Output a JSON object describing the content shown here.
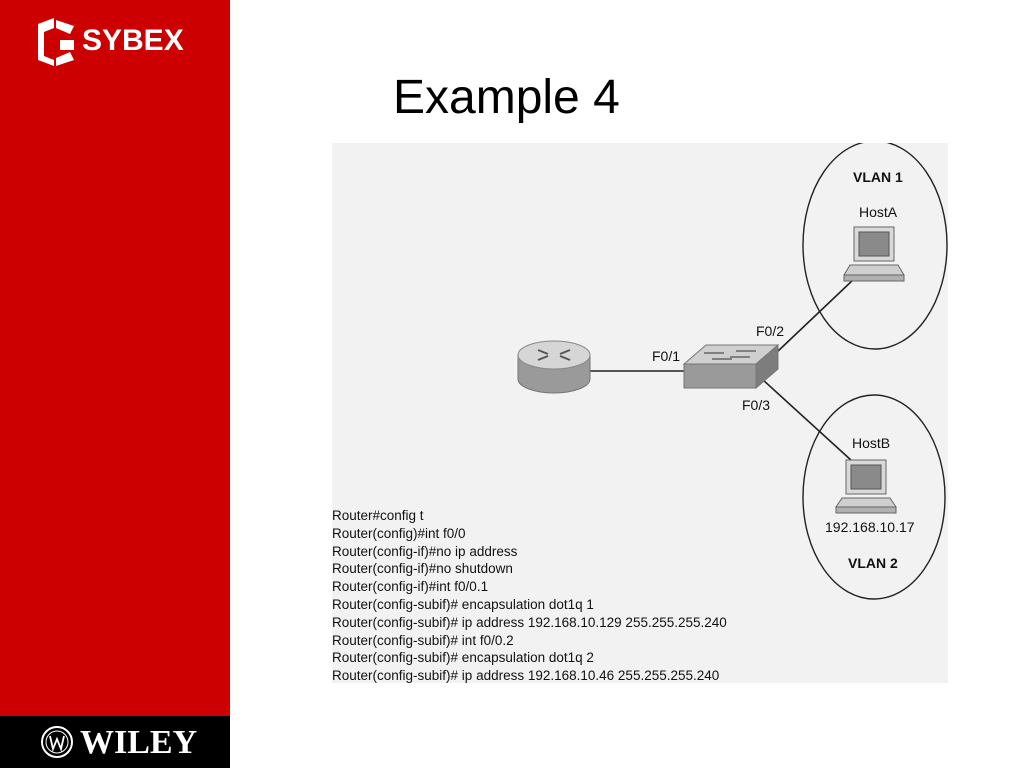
{
  "brand": {
    "top_logo": "SYBEX",
    "bottom_logo": "WILEY"
  },
  "slide": {
    "title": "Example 4"
  },
  "diagram": {
    "vlan1": {
      "label": "VLAN 1",
      "host": "HostA"
    },
    "vlan2": {
      "label": "VLAN 2",
      "host": "HostB",
      "ip": "192.168.10.17"
    },
    "ports": {
      "router_switch": "F0/1",
      "switch_hosta": "F0/2",
      "switch_hostb": "F0/3"
    },
    "config_lines": [
      "Router#config t",
      "Router(config)#int f0/0",
      "Router(config-if)#no ip address",
      "Router(config-if)#no shutdown",
      "Router(config-if)#int f0/0.1",
      "Router(config-subif)# encapsulation dot1q 1",
      "Router(config-subif)# ip address 192.168.10.129 255.255.255.240",
      "Router(config-subif)# int f0/0.2",
      "Router(config-subif)# encapsulation dot1q 2",
      "Router(config-subif)# ip address 192.168.10.46 255.255.255.240"
    ]
  }
}
